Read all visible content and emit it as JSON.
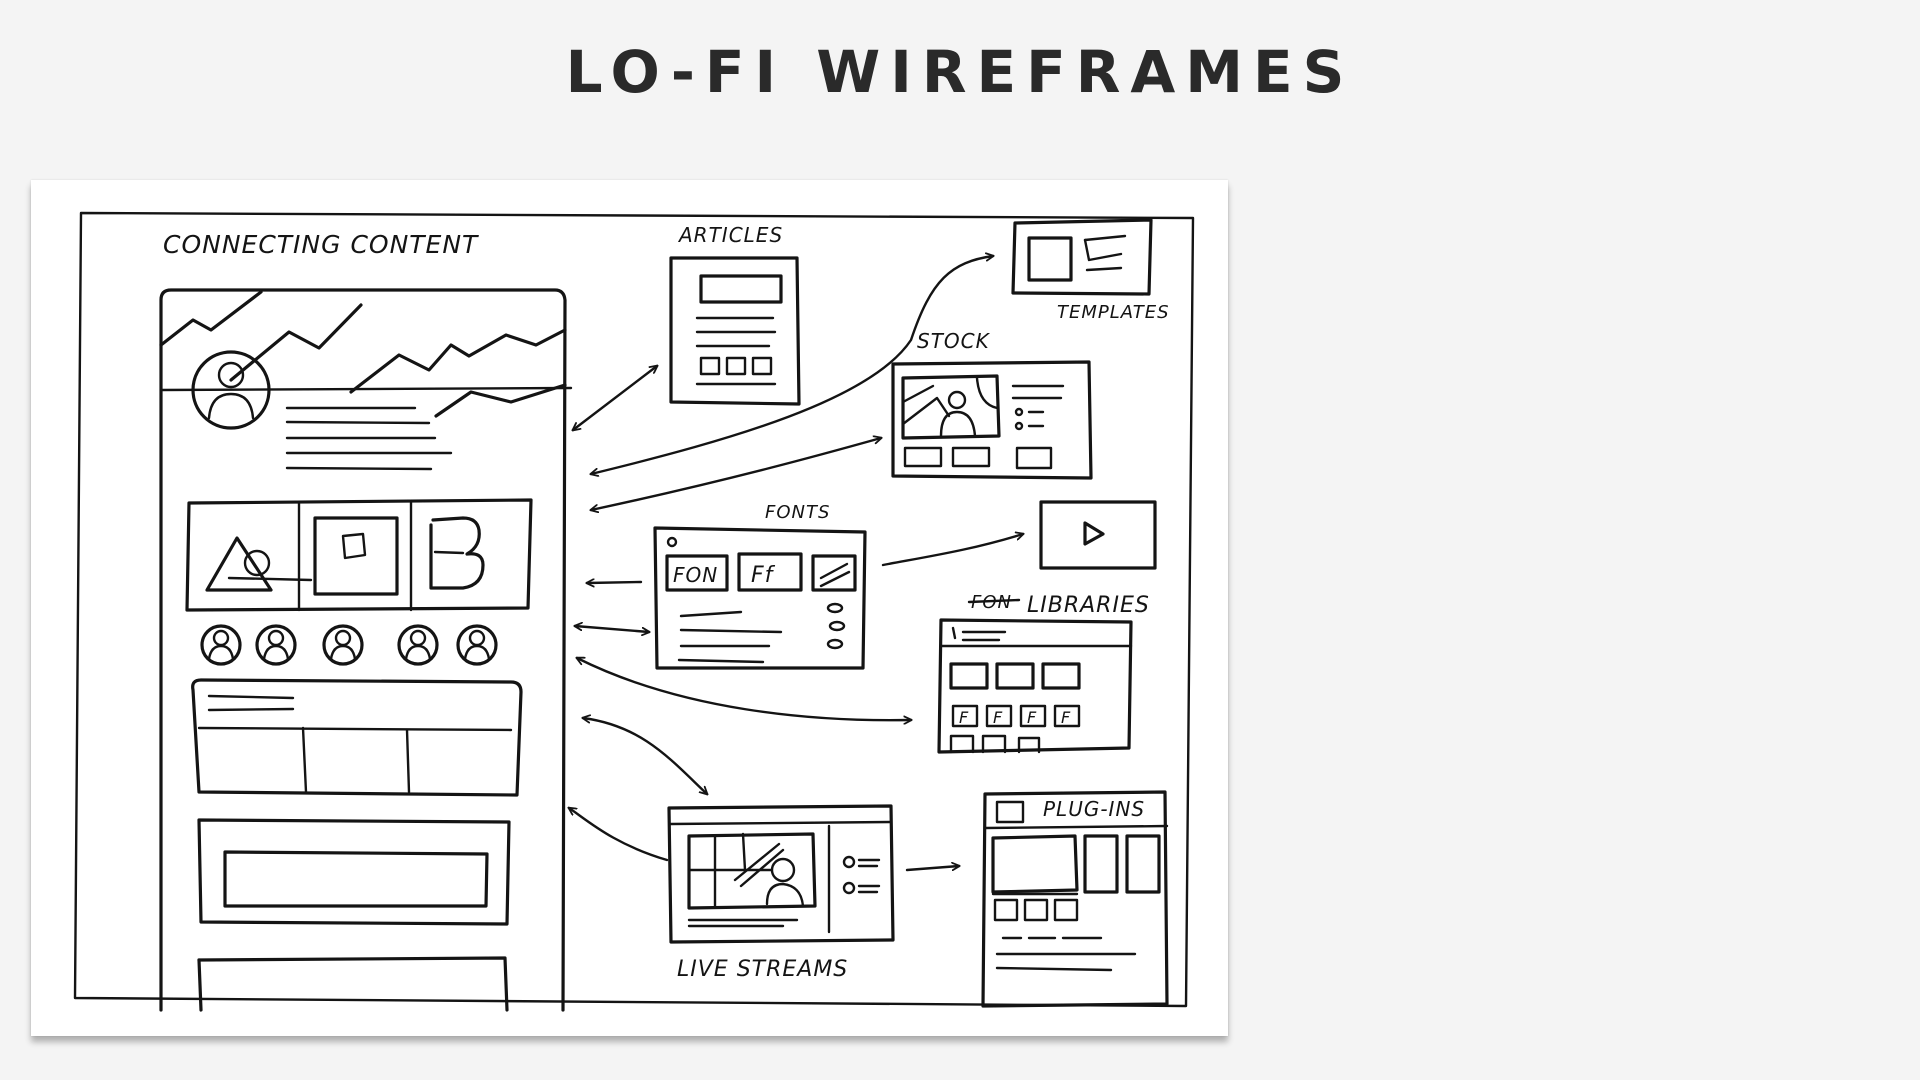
{
  "slide": {
    "title": "LO-FI WIREFRAMES"
  },
  "sketch": {
    "main_label": "CONNECTING CONTENT",
    "nodes": {
      "articles": "ARTICLES",
      "templates": "TEMPLATES",
      "stock": "STOCK",
      "fonts": "FONTS",
      "font_chip_1": "FON",
      "font_chip_2": "Ff",
      "libraries": "LIBRARIES",
      "libraries_strike": "FON",
      "font_tile": "F",
      "plugins": "PLUG-INS",
      "live_streams": "LIVE STREAMS"
    }
  },
  "colors": {
    "background": "#f4f4f4",
    "paper": "#ffffff",
    "ink": "#141414",
    "title": "#2a2a2a"
  },
  "icons": [
    "avatar-icon",
    "play-icon",
    "arrow-icon"
  ]
}
